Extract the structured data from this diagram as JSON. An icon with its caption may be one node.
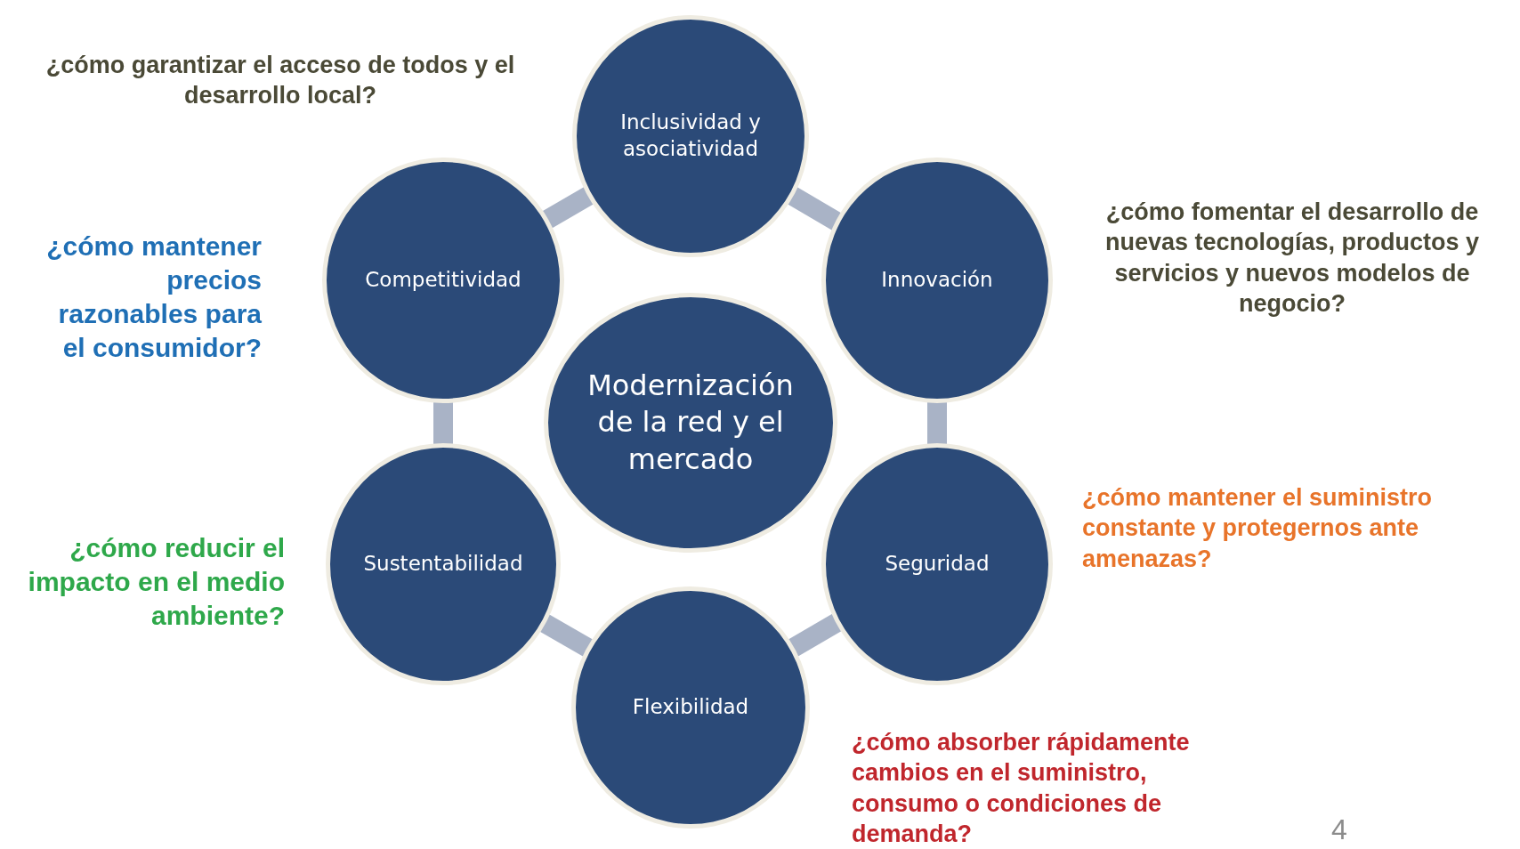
{
  "diagram": {
    "nodes": [
      {
        "text": [
          "Inclusividad y asociatividad"
        ],
        "beside": [
          "¿cómo garantizar el acceso de todos y el desarrollo local?"
        ]
      },
      {
        "text": [
          "Competitividad"
        ],
        "beside": [
          "¿cómo mantener precios razonables para el consumidor?"
        ]
      },
      {
        "text": [
          "Innovación"
        ],
        "beside": [
          "¿cómo fomentar el desarrollo de nuevas tecnologías, productos y servicios y nuevos modelos de negocio?"
        ]
      },
      {
        "text": [
          "Modernización de la red y el mercado"
        ]
      },
      {
        "text": [
          "Sustentabilidad"
        ],
        "beside": [
          "¿cómo reducir el impacto en el medio ambiente?"
        ]
      },
      {
        "text": [
          "Seguridad"
        ],
        "beside": [
          "¿cómo mantener el suministro constante y protegernos ante amenazas?"
        ]
      },
      {
        "text": [
          "Flexibilidad"
        ],
        "beside": [
          "¿cómo absorber rápidamente cambios en el suministro, consumo o condiciones de demanda?"
        ]
      }
    ],
    "edges": [
      {
        "from": 0,
        "to": 2,
        "arrow": "none"
      },
      {
        "from": 2,
        "to": 5,
        "arrow": "none"
      },
      {
        "from": 5,
        "to": 6,
        "arrow": "none"
      },
      {
        "from": 6,
        "to": 4,
        "arrow": "none"
      },
      {
        "from": 4,
        "to": 1,
        "arrow": "none"
      },
      {
        "from": 1,
        "to": 0,
        "arrow": "none"
      }
    ],
    "labels": [
      "4"
    ]
  }
}
